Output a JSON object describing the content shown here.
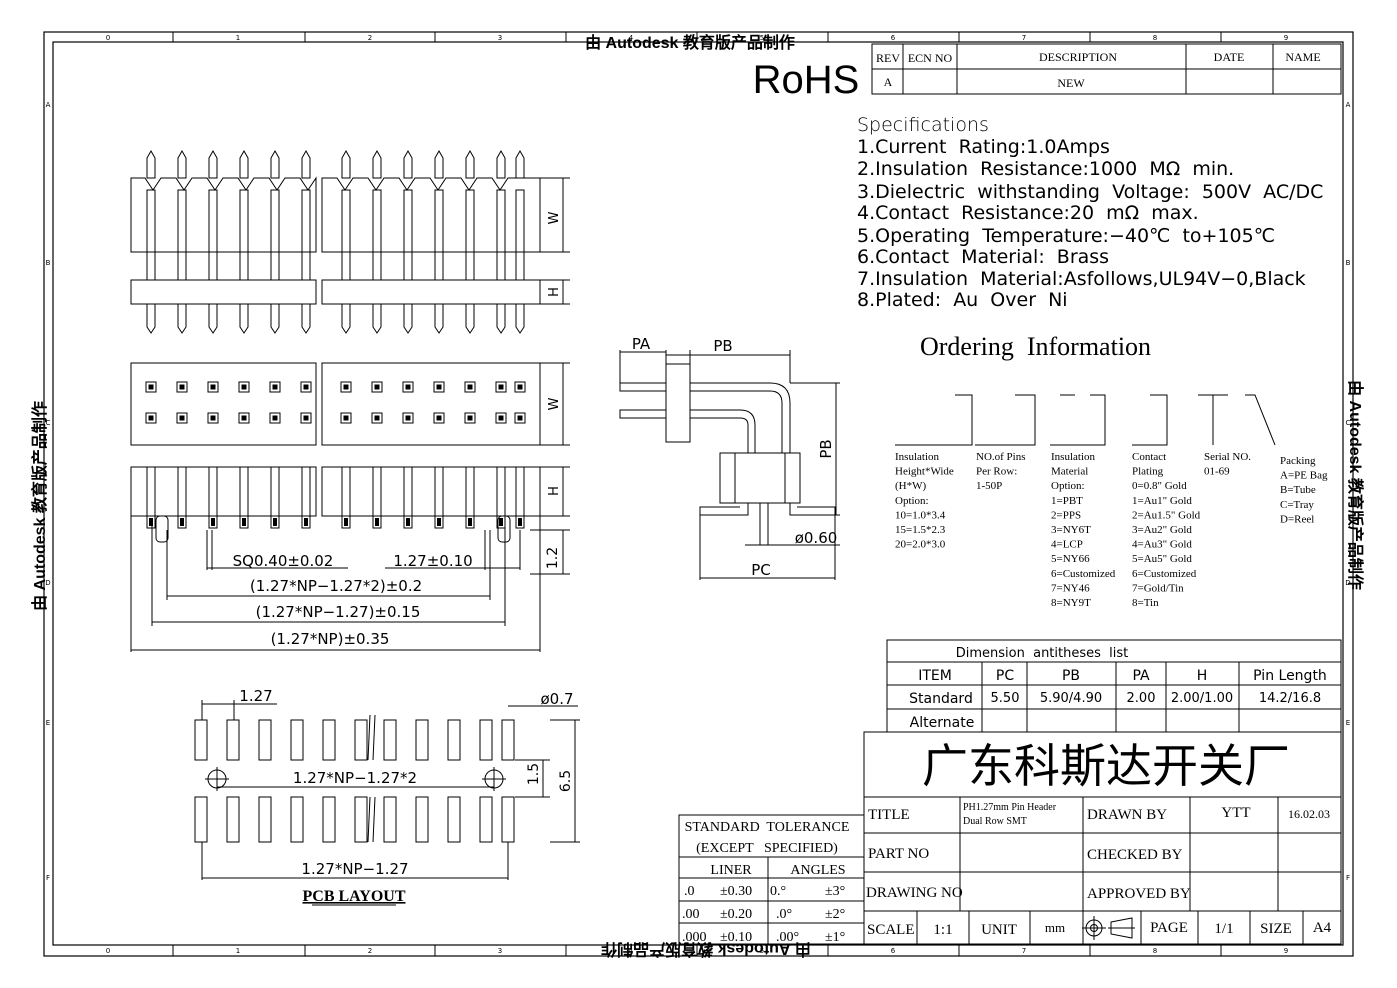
{
  "watermark": {
    "top": "由 Autodesk 教育版产品制作",
    "bottom": "由 Autodesk 教育版产品制作",
    "left": "由 Autodesk 教育版产品制作",
    "right": "由 Autodesk 教育版产品制作"
  },
  "rohs": "RoHS",
  "ruler": {
    "cols": [
      "0",
      "1",
      "2",
      "3",
      "4",
      "5",
      "6",
      "7",
      "8",
      "9"
    ],
    "rows": [
      "A",
      "B",
      "C",
      "D",
      "E",
      "F"
    ]
  },
  "rev_table": {
    "headers": [
      "REV",
      "ECN NO",
      "DESCRIPTION",
      "DATE",
      "NAME"
    ],
    "row": [
      "A",
      "",
      "NEW",
      "",
      ""
    ]
  },
  "specs": {
    "title": "Specifications",
    "items": [
      "1.Current  Rating:1.0Amps",
      "2.Insulation  Resistance:1000  MΩ  min.",
      "3.Dielectric  withstanding  Voltage:  500V  AC/DC",
      "4.Contact  Resistance:20  mΩ  max.",
      "5.Operating  Temperature:−40℃  to+105℃",
      "6.Contact  Material:  Brass",
      "7.Insulation  Material:Asfollows,UL94V−0,Black",
      "8.Plated:  Au  Over  Ni"
    ]
  },
  "ordering": {
    "title": "Ordering  Information",
    "columns": [
      [
        "Insulation",
        "Height*Wide",
        "(H*W)",
        "Option:",
        "10=1.0*3.4",
        "15=1.5*2.3",
        "20=2.0*3.0"
      ],
      [
        "NO.of Pins",
        "Per Row:",
        "1-50P"
      ],
      [
        "Insulation",
        "Material",
        "Option:",
        "1=PBT",
        "2=PPS",
        "3=NY6T",
        "4=LCP",
        "5=NY66",
        "6=Customized",
        "7=NY46",
        "8=NY9T"
      ],
      [
        "Contact",
        "Plating",
        "0=0.8\" Gold",
        "1=Au1\" Gold",
        "2=Au1.5\" Gold",
        "3=Au2\" Gold",
        "4=Au3\" Gold",
        "5=Au5\" Gold",
        "6=Customized",
        "7=Gold/Tin",
        "8=Tin"
      ],
      [
        "Serial NO.",
        "01-69"
      ],
      [
        "Packing",
        "A=PE Bag",
        "B=Tube",
        "C=Tray",
        "D=Reel"
      ]
    ]
  },
  "dim_table": {
    "title": "Dimension  antitheses  list",
    "headers": [
      "ITEM",
      "PC",
      "PB",
      "PA",
      "H",
      "Pin Length"
    ],
    "rows": [
      [
        "Standard",
        "5.50",
        "5.90/4.90",
        "2.00",
        "2.00/1.00",
        "14.2/16.8"
      ],
      [
        "Alternate",
        "",
        "",
        "",
        "",
        ""
      ]
    ]
  },
  "company": "广东科斯达开关厂",
  "title_block": {
    "title_label": "TITLE",
    "title_value_1": "PH1.27mm Pin Header",
    "title_value_2": "Dual Row SMT",
    "drawn_by_label": "DRAWN BY",
    "drawn_by": "YTT",
    "date": "16.02.03",
    "part_no_label": "PART NO",
    "checked_by_label": "CHECKED BY",
    "drawing_no_label": "DRAWING NO",
    "approved_by_label": "APPROVED BY",
    "scale_label": "SCALE",
    "scale": "1:1",
    "unit_label": "UNIT",
    "unit": "mm",
    "page_label": "PAGE",
    "page": "1/1",
    "size_label": "SIZE",
    "size": "A4"
  },
  "tolerance": {
    "title_1": "STANDARD  TOLERANCE",
    "title_2": "(EXCEPT   SPECIFIED)",
    "liner": "LINER",
    "angles": "ANGLES",
    "rows": [
      [
        ".0",
        "±0.30",
        "0.°",
        "±3°"
      ],
      [
        ".00",
        "±0.20",
        ".0°",
        "±2°"
      ],
      [
        ".000",
        "±0.10",
        ".00°",
        "±1°"
      ]
    ]
  },
  "dims": {
    "W": "W",
    "H": "H",
    "sq": "SQ0.40±0.02",
    "pitch": "1.27±0.10",
    "d12": "1.2",
    "np1": "(1.27*NP−1.27*2)±0.2",
    "np2": "(1.27*NP−1.27)±0.15",
    "np3": "(1.27*NP)±0.35",
    "PA": "PA",
    "PB_top": "PB",
    "PB_side": "PB",
    "PC": "PC",
    "hole": "ø0.60"
  },
  "pcb": {
    "pitch": "1.27",
    "hole": "ø0.7",
    "inner": "1.27*NP−1.27*2",
    "outer": "1.27*NP−1.27",
    "d15": "1.5",
    "d65": "6.5",
    "label": "PCB LAYOUT"
  }
}
